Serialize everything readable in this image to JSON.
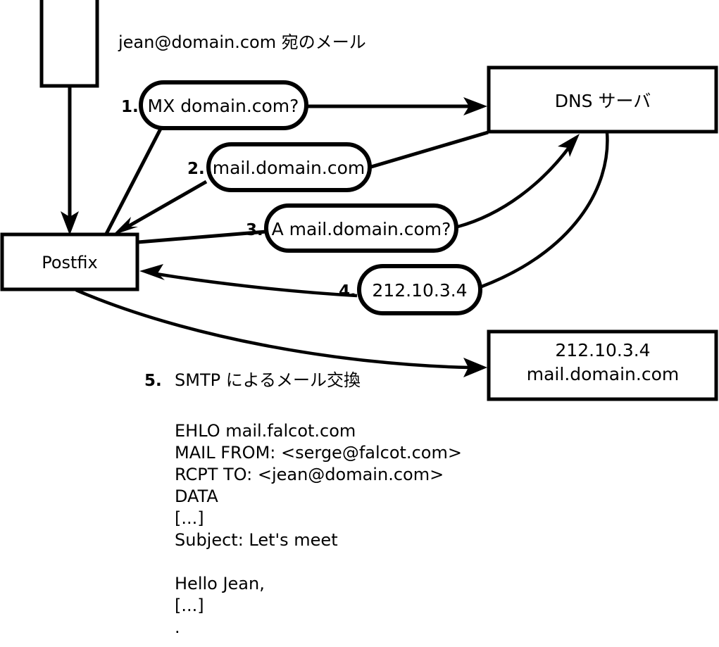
{
  "diagram": {
    "title_caption": "jean@domain.com 宛のメール",
    "nodes": [
      {
        "id": "client",
        "label": "",
        "kind": "rect"
      },
      {
        "id": "postfix",
        "label": "Postfix",
        "kind": "rect"
      },
      {
        "id": "dns",
        "label": "DNS サーバ",
        "kind": "rect"
      },
      {
        "id": "mailserver",
        "label_line1": "212.10.3.4",
        "label_line2": "mail.domain.com",
        "kind": "rect"
      }
    ],
    "steps": [
      {
        "number": "1.",
        "label": "MX domain.com?"
      },
      {
        "number": "2.",
        "label": "mail.domain.com"
      },
      {
        "number": "3.",
        "label": "A mail.domain.com?"
      },
      {
        "number": "4.",
        "label": "212.10.3.4"
      },
      {
        "number": "5.",
        "label": "SMTP によるメール交換"
      }
    ],
    "transcript": [
      "EHLO mail.falcot.com",
      "MAIL FROM: <serge@falcot.com>",
      "RCPT TO: <jean@domain.com>",
      "DATA",
      "[...]",
      "Subject: Let's meet",
      "",
      "Hello Jean,",
      "[...]",
      "."
    ]
  },
  "colors": {
    "stroke": "#000000",
    "fill": "#ffffff",
    "text": "#000000"
  }
}
